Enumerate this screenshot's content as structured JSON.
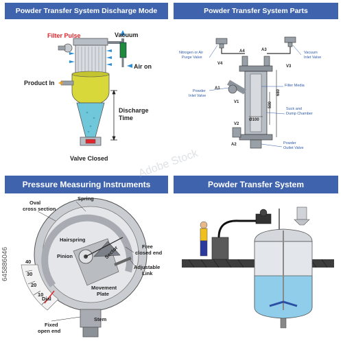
{
  "panels": {
    "discharge": {
      "title": "Powder Transfer System Discharge Mode",
      "labels": {
        "filter_pulse": "Filter Pulse",
        "vacuum": "Vacuum",
        "air_on": "Air on",
        "product_in": "Product In",
        "discharge_time_1": "Discharge",
        "discharge_time_2": "Time",
        "valve_closed": "Valve Closed"
      },
      "colors": {
        "filter_pulse": "#e0262b",
        "air": "#2a8fd6",
        "hopper": "#d8d83a"
      }
    },
    "parts": {
      "title": "Powder Transfer System Parts",
      "labels": {
        "nitrogen_1": "Nitrogen or Air",
        "nitrogen_2": "Purge Valve",
        "vacuum_inlet_1": "Vacuum",
        "vacuum_inlet_2": "Inlet Valve",
        "v4": "V4",
        "a4": "A4",
        "a3": "A3",
        "v3": "V3",
        "a1": "A1",
        "v1": "V1",
        "v2": "V2",
        "a2": "A2",
        "powder_inlet_1": "Powder",
        "powder_inlet_2": "Inlet Valve",
        "filter_media": "Filter Media",
        "dim_680": "680",
        "dim_500": "500",
        "dim_100": "Ø100",
        "suck_1": "Suck and",
        "suck_2": "Dump Chamber",
        "powder_outlet_1": "Powder",
        "powder_outlet_2": "Outlet Valve"
      }
    },
    "pressure": {
      "title": "Pressure Measuring Instruments",
      "labels": {
        "oval_1": "Oval",
        "oval_2": "cross section",
        "spring": "Spring",
        "hairspring": "Hairspring",
        "pinion": "Pinion",
        "sector": "Sector",
        "free_1": "Free",
        "free_2": "closed end",
        "adj_1": "Adjustable",
        "adj_2": "Link",
        "movement_1": "Movement",
        "movement_2": "Plate",
        "dial": "Dial",
        "stem": "Stem",
        "fixed_1": "Fixed",
        "fixed_2": "open end"
      },
      "dial_ticks": [
        "40",
        "30",
        "20",
        "10"
      ]
    },
    "system": {
      "title": "Powder Transfer System"
    }
  },
  "stock": {
    "id": "645886046",
    "watermark": "Adobe Stock"
  }
}
